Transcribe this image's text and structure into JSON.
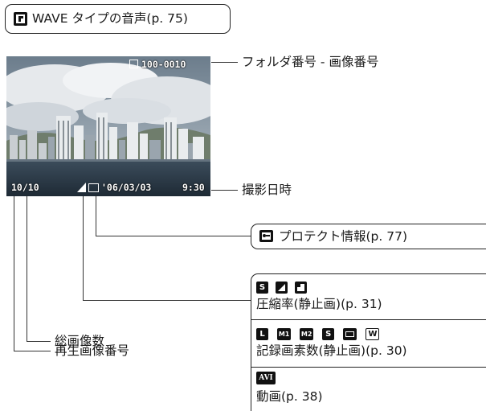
{
  "wave_callout": {
    "icon": "voice-memo-icon",
    "text": "WAVE タイプの音声(p. 75)"
  },
  "screen": {
    "folder_file": "100-0010",
    "frame_counter": "10/10",
    "date": "'06/03/03",
    "time": "9:30"
  },
  "labels": {
    "folder_number": "フォルダ番号 - 画像番号",
    "datetime": "撮影日時",
    "total_images": "総画像数",
    "playback_number": "再生画像番号"
  },
  "protect_box": {
    "icon": "protect-key-icon",
    "text": "プロテクト情報(p. 77)"
  },
  "compression_box": {
    "icons": [
      "superfine-icon",
      "fine-icon",
      "normal-icon"
    ],
    "icon_letters": [
      "S",
      "",
      ""
    ],
    "text": "圧縮率(静止画)(p. 31)"
  },
  "resolution_box": {
    "icons": [
      "large-icon",
      "medium1-icon",
      "medium2-icon",
      "small-icon",
      "postcard-icon",
      "widescreen-icon"
    ],
    "icon_letters": [
      "L",
      "M1",
      "M2",
      "S",
      "",
      "W"
    ],
    "text": "記録画素数(静止画)(p. 30)"
  },
  "movie_box": {
    "icon_letters": "AVI",
    "text": "動画(p. 38)"
  }
}
